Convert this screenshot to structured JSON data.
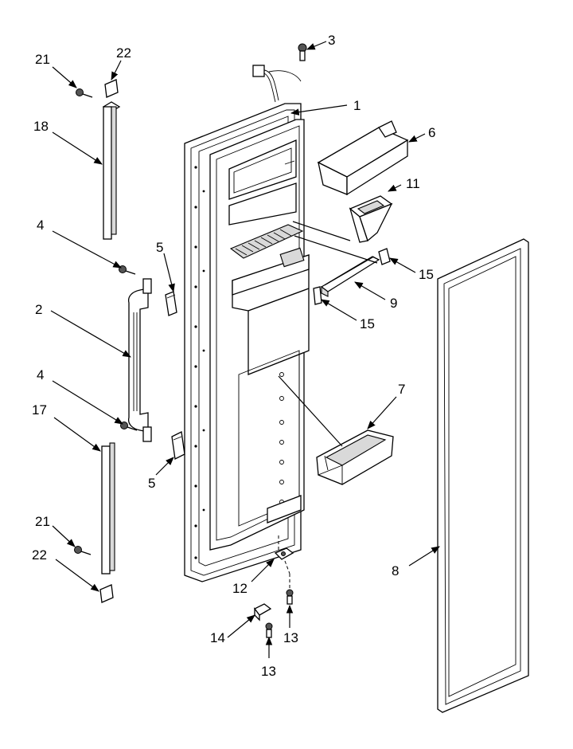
{
  "callouts": {
    "c1": "1",
    "c2": "2",
    "c3": "3",
    "c4a": "4",
    "c4b": "4",
    "c5a": "5",
    "c5b": "5",
    "c6": "6",
    "c7": "7",
    "c8": "8",
    "c9": "9",
    "c11": "11",
    "c12": "12",
    "c13a": "13",
    "c13b": "13",
    "c14": "14",
    "c15a": "15",
    "c15b": "15",
    "c17": "17",
    "c18": "18",
    "c21a": "21",
    "c21b": "21",
    "c22a": "22",
    "c22b": "22"
  }
}
